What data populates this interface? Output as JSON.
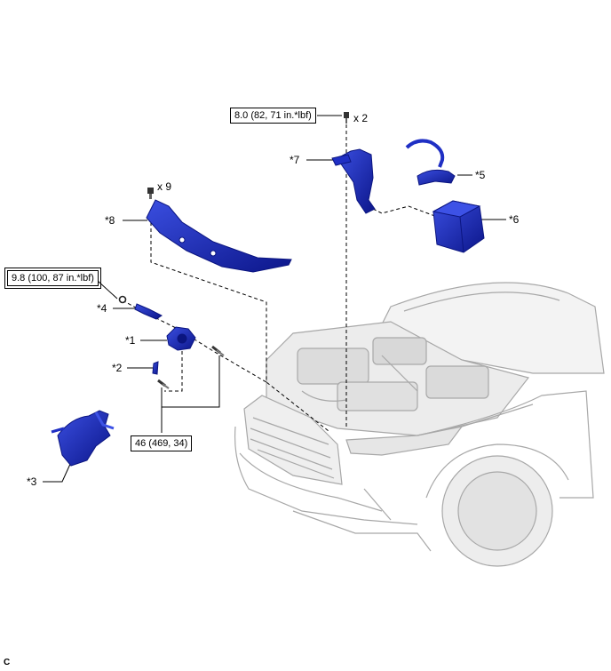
{
  "callouts": {
    "c1": "*1",
    "c2": "*2",
    "c3": "*3",
    "c4": "*4",
    "c5": "*5",
    "c6": "*6",
    "c7": "*7",
    "c8": "*8"
  },
  "torque": {
    "t1": "8.0 (82, 71 in.*lbf)",
    "t2": "9.8 (100, 87 in.*lbf)",
    "t3": "46 (469, 34)"
  },
  "qty": {
    "q1": "x 2",
    "q2": "x 9"
  },
  "figure_code": "C",
  "colors": {
    "part": "#1f2fc4",
    "part_dark": "#0b1580",
    "body_line": "#a8a8a8"
  }
}
